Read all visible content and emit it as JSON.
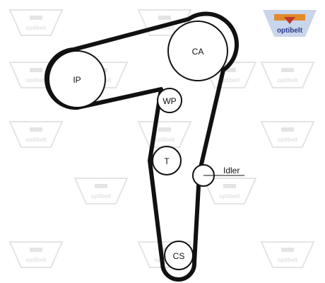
{
  "diagram": {
    "pulleys": [
      {
        "id": "ca",
        "label": "CA"
      },
      {
        "id": "ip",
        "label": "IP"
      },
      {
        "id": "wp",
        "label": "WP"
      },
      {
        "id": "t",
        "label": "T"
      },
      {
        "id": "idler",
        "label": "Idler"
      },
      {
        "id": "cs",
        "label": "CS"
      }
    ]
  },
  "watermark": {
    "brand": "optibelt",
    "logo_accent": "#f2a33a",
    "logo_text_color": "#2a3c8c",
    "logo_bg": "#c9d5ea"
  },
  "colors": {
    "belt": "#111111",
    "watermark": "#e4e4e4"
  }
}
